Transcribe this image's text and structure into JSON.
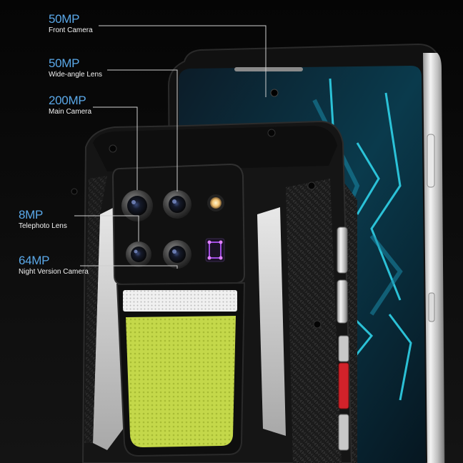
{
  "specs": [
    {
      "mp": "50MP",
      "label": "Front Camera"
    },
    {
      "mp": "50MP",
      "label": "Wide-angle Lens"
    },
    {
      "mp": "200MP",
      "label": "Main Camera"
    },
    {
      "mp": "8MP",
      "label": "Telephoto Lens"
    },
    {
      "mp": "64MP",
      "label": "Night Version Camera"
    }
  ],
  "colors": {
    "accent_blue": "#5aa8e8",
    "flashlight_green": "#c4d84a",
    "neon_cyan": "#2fd2e8",
    "button_red": "#d2222a",
    "ir_purple": "#a04de0"
  }
}
